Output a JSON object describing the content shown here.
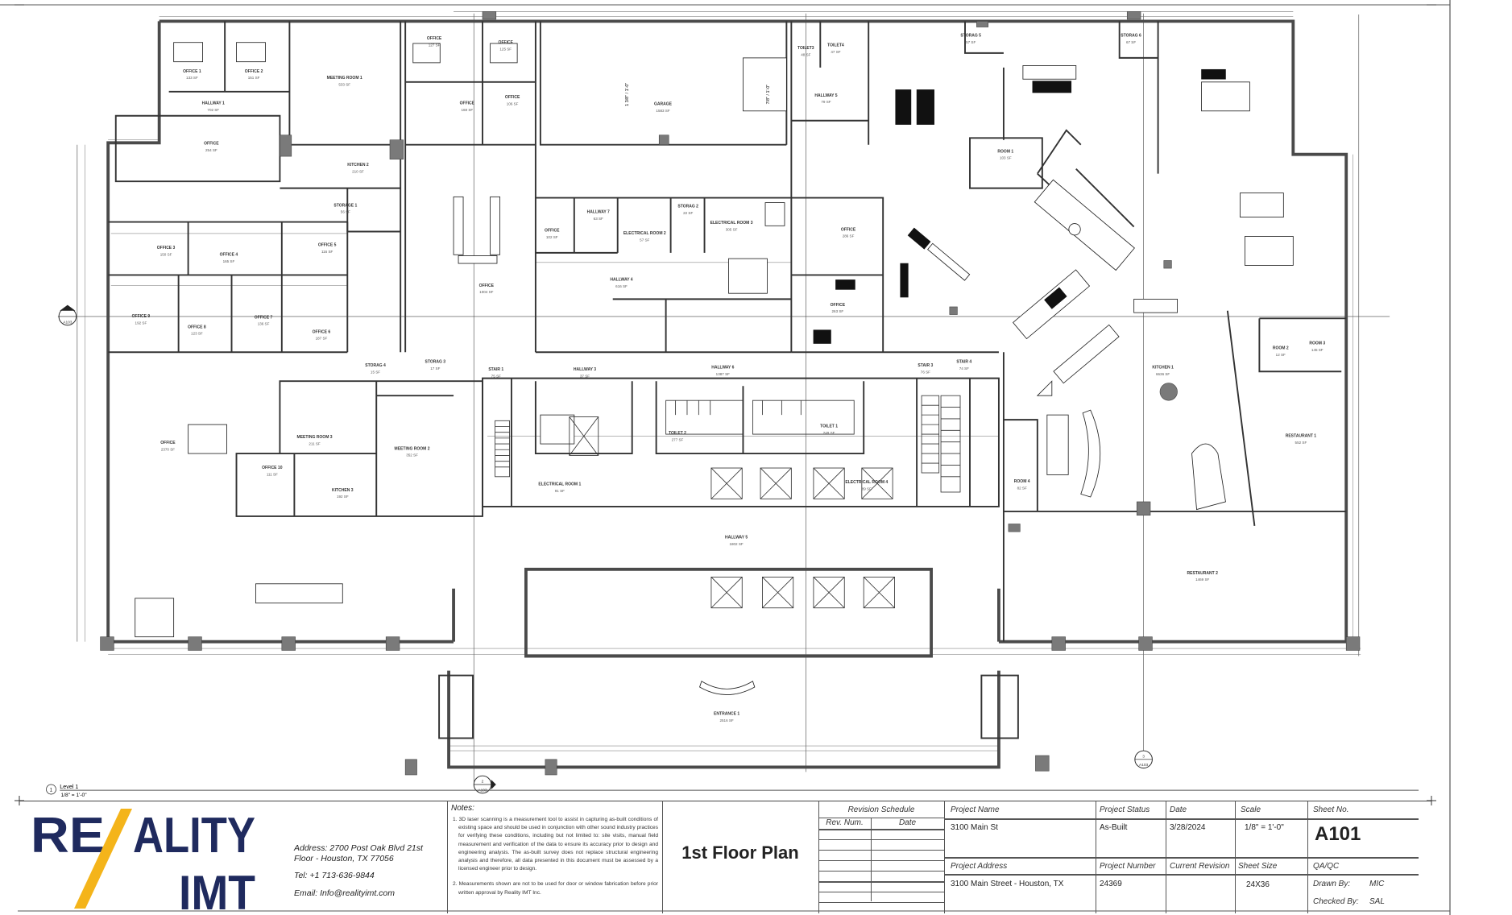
{
  "sheet": {
    "view_title": "Level 1",
    "view_scale": "1/8\" = 1'-0\"",
    "level_marker": "1",
    "section_markers": [
      {
        "num": "",
        "ref": "A103"
      },
      {
        "num": "2",
        "ref": "A103"
      },
      {
        "num": "3",
        "ref": "A103"
      }
    ],
    "garage_slope_1": "1 3/8\" / 1'-0\"",
    "garage_slope_2": "7/8\" / 1'-0\""
  },
  "plan": {
    "rooms": [
      {
        "name": "OFFICE 1",
        "area": "133 SF"
      },
      {
        "name": "OFFICE 2",
        "area": "151 SF"
      },
      {
        "name": "MEETING ROOM 1",
        "area": "533 SF"
      },
      {
        "name": "HALLWAY 1",
        "area": "702 SF"
      },
      {
        "name": "OFFICE",
        "area": "254 SF"
      },
      {
        "name": "KITCHEN 2",
        "area": "210 SF"
      },
      {
        "name": "STORAGE 1",
        "area": "56 SF"
      },
      {
        "name": "OFFICE 3",
        "area": "150 SF"
      },
      {
        "name": "OFFICE 4",
        "area": "165 SF"
      },
      {
        "name": "OFFICE 5",
        "area": "116 SF"
      },
      {
        "name": "OFFICE 9",
        "area": "192 SF"
      },
      {
        "name": "OFFICE 8",
        "area": "123 SF"
      },
      {
        "name": "OFFICE 7",
        "area": "136 SF"
      },
      {
        "name": "OFFICE 6",
        "area": "187 SF"
      },
      {
        "name": "OFFICE",
        "area": "127 SF"
      },
      {
        "name": "OFFICE",
        "area": "125 SF"
      },
      {
        "name": "OFFICE",
        "area": "168 SF"
      },
      {
        "name": "OFFICE",
        "area": "106 SF"
      },
      {
        "name": "OFFICE",
        "area": "1004 SF"
      },
      {
        "name": "GARAGE",
        "area": "1583 SF"
      },
      {
        "name": "TOILET3",
        "area": "48 SF"
      },
      {
        "name": "TOILET4",
        "area": "47 SF"
      },
      {
        "name": "HALLWAY 5",
        "area": "79 SF"
      },
      {
        "name": "STORAG 5",
        "area": "57 SF"
      },
      {
        "name": "STORAG 6",
        "area": "67 SF"
      },
      {
        "name": "ROOM 1",
        "area": "103 SF"
      },
      {
        "name": "OFFICE",
        "area": "102 SF"
      },
      {
        "name": "HALLWAY 7",
        "area": "63 SF"
      },
      {
        "name": "ELECTRICAL ROOM 2",
        "area": "57 SF"
      },
      {
        "name": "STORAG 2",
        "area": "22 SF"
      },
      {
        "name": "ELECTRICAL ROOM 3",
        "area": "305 SF"
      },
      {
        "name": "HALLWAY 4",
        "area": "616 SF"
      },
      {
        "name": "OFFICE",
        "area": "286 SF"
      },
      {
        "name": "OFFICE",
        "area": "263 SF"
      },
      {
        "name": "STORAG 4",
        "area": "15 SF"
      },
      {
        "name": "STORAG 3",
        "area": "17 SF"
      },
      {
        "name": "STAIR 1",
        "area": "75 SF"
      },
      {
        "name": "HALLWAY 3",
        "area": "37 SF"
      },
      {
        "name": "HALLWAY 6",
        "area": "1387 SF"
      },
      {
        "name": "STAIR 3",
        "area": "76 SF"
      },
      {
        "name": "STAIR 4",
        "area": "74 SF"
      },
      {
        "name": "OFFICE",
        "area": "2370 SF"
      },
      {
        "name": "MEETING ROOM 3",
        "area": "211 SF"
      },
      {
        "name": "MEETING ROOM 2",
        "area": "352 SF"
      },
      {
        "name": "OFFICE 10",
        "area": "111 SF"
      },
      {
        "name": "KITCHEN 3",
        "area": "192 SF"
      },
      {
        "name": "TOILET 2",
        "area": "277 SF"
      },
      {
        "name": "TOILET 1",
        "area": "249 SF"
      },
      {
        "name": "ELECTRICAL ROOM 1",
        "area": "91 SF"
      },
      {
        "name": "ELECTRICAL ROOM 4",
        "area": "89 SF"
      },
      {
        "name": "HALLWAY 5",
        "area": "1802 SF"
      },
      {
        "name": "KITCHEN 1",
        "area": "6636 SF"
      },
      {
        "name": "ROOM 2",
        "area": "12 SF"
      },
      {
        "name": "ROOM 3",
        "area": "145 SF"
      },
      {
        "name": "ROOM 4",
        "area": "82 SF"
      },
      {
        "name": "RESTAURANT 1",
        "area": "552 SF"
      },
      {
        "name": "RESTAURANT 2",
        "area": "1469 SF"
      },
      {
        "name": "ENTRANCE 1",
        "area": "2516 SF"
      }
    ]
  },
  "logo": {
    "part1": "RE",
    "part2": "ALITY",
    "part3": "IMT",
    "navy": "#1f2a5e",
    "yellow": "#f4b41a"
  },
  "company": {
    "address_line1": "Address: 2700 Post Oak Blvd 21st",
    "address_line2": "Floor - Houston, TX 77056",
    "tel": "Tel: +1 713-636-9844",
    "email": "Email: Info@realityimt.com"
  },
  "notes": {
    "title": "Notes:",
    "items": [
      "1. 3D laser scanning is a measurement tool to assist in capturing as-built conditions of existing space and should be used in conjunction with other sound industry practices for verifying these conditions, including but not limited to: site visits, manual field measurement and verification of the data to ensure its accuracy prior to design and engineering analysis. The as-built survey does not replace structural engineering analysis and therefore, all data presented in this document must be assessed by a licensed engineer prior to design.",
      "2. Measurements shown are not to be used for door or window fabrication before prior written approval by Reality IMT Inc."
    ]
  },
  "title_block": {
    "drawing_title": "1st Floor Plan",
    "revision_schedule": {
      "title": "Revision Schedule",
      "col_rev": "Rev. Num.",
      "col_date": "Date"
    },
    "project_name_label": "Project Name",
    "project_name": "3100 Main St",
    "project_status_label": "Project Status",
    "project_status": "As-Built",
    "date_label": "Date",
    "date": "3/28/2024",
    "scale_label": "Scale",
    "scale": "1/8\" = 1'-0\"",
    "sheet_no_label": "Sheet No.",
    "sheet_no": "A101",
    "project_address_label": "Project Address",
    "project_address": "3100 Main Street - Houston, TX",
    "project_number_label": "Project Number",
    "project_number": "24369",
    "current_revision_label": "Current Revision",
    "current_revision": "",
    "sheet_size_label": "Sheet Size",
    "sheet_size": "24X36",
    "qaqc_label": "QA/QC",
    "drawn_by_label": "Drawn By:",
    "drawn_by": "MIC",
    "checked_by_label": "Checked By:",
    "checked_by": "SAL"
  }
}
